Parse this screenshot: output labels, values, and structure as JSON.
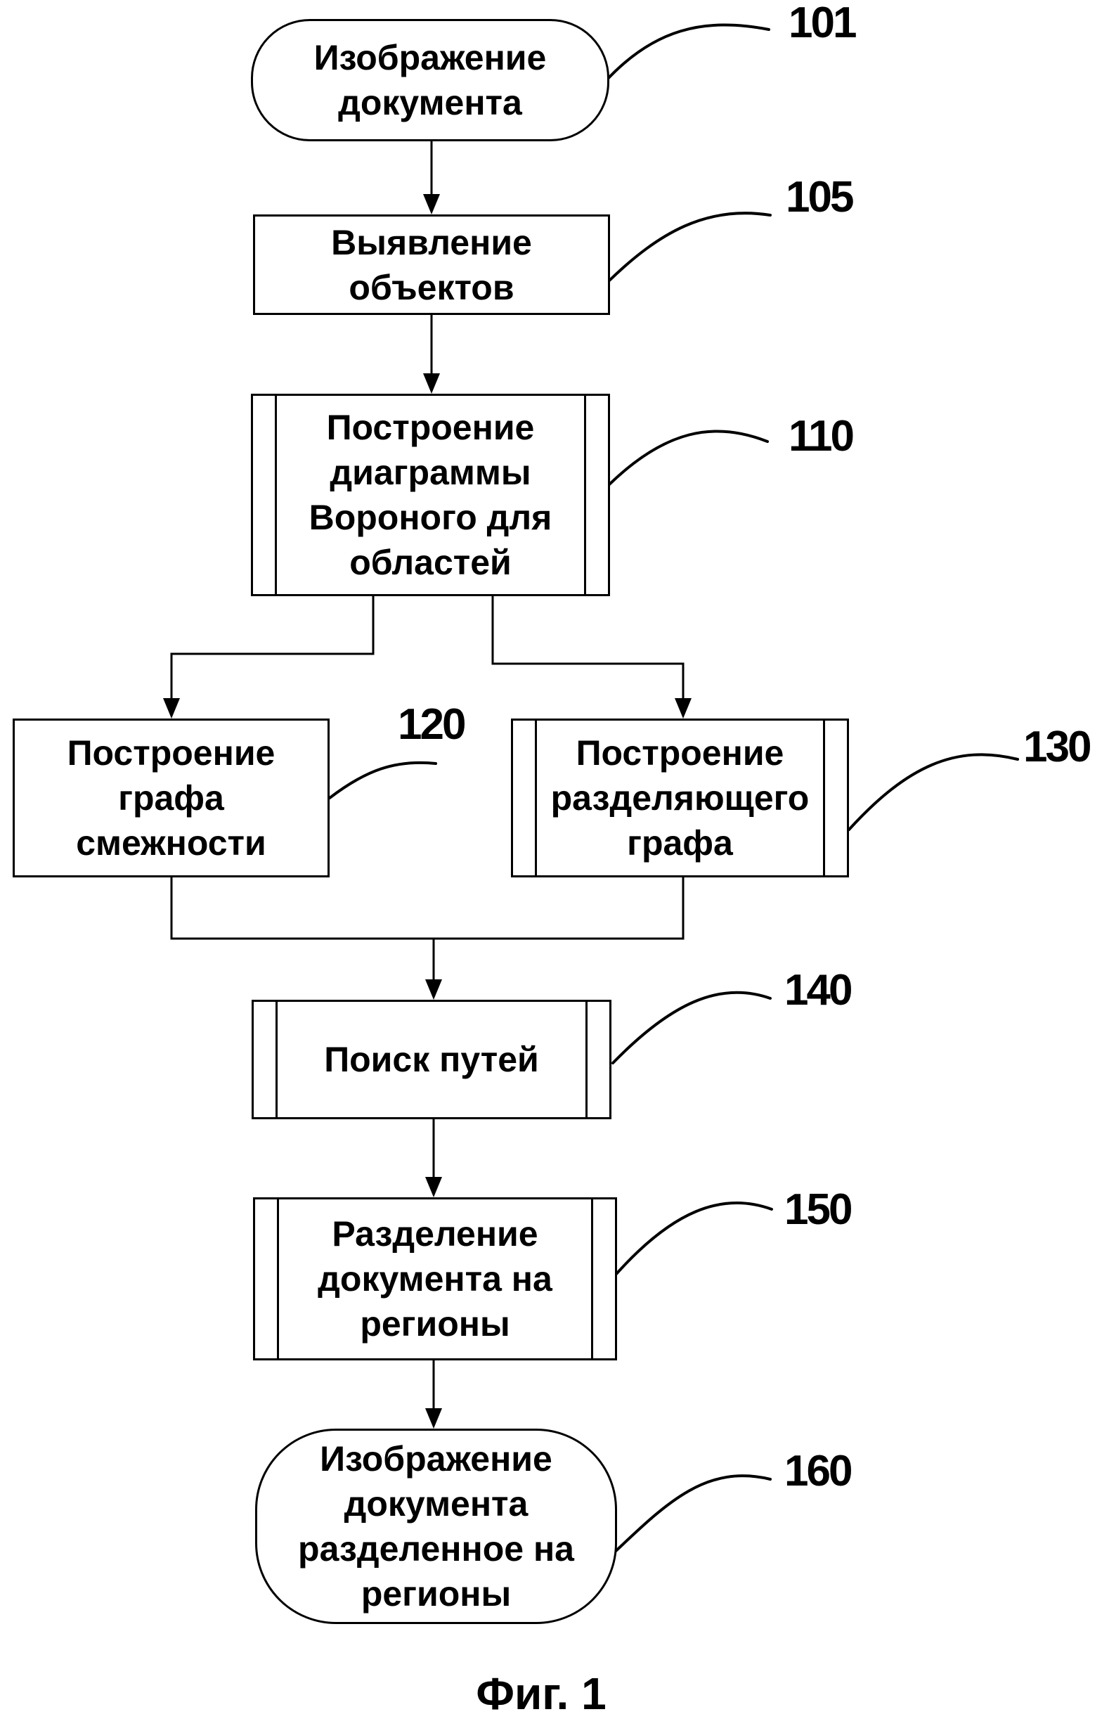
{
  "figure": {
    "caption": "Фиг. 1",
    "background_color": "#ffffff",
    "stroke_color": "#000000"
  },
  "nodes": {
    "n101": {
      "ref": "101",
      "type": "terminator",
      "label": "Изображение\nдокумента"
    },
    "n105": {
      "ref": "105",
      "type": "process",
      "label": "Выявление\nобъектов"
    },
    "n110": {
      "ref": "110",
      "type": "subroutine",
      "label": "Построение\nдиаграммы\nВороного для\nобластей"
    },
    "n120": {
      "ref": "120",
      "type": "process",
      "label": "Построение\nграфа\nсмежности"
    },
    "n130": {
      "ref": "130",
      "type": "subroutine",
      "label": "Построение\nразделяющего\nграфа"
    },
    "n140": {
      "ref": "140",
      "type": "subroutine",
      "label": "Поиск путей"
    },
    "n150": {
      "ref": "150",
      "type": "subroutine",
      "label": "Разделение\nдокумента на\nрегионы"
    },
    "n160": {
      "ref": "160",
      "type": "terminator",
      "label": "Изображение\nдокумента\nразделенное на\nрегионы"
    }
  },
  "edges": [
    {
      "from": "101",
      "to": "105"
    },
    {
      "from": "105",
      "to": "110"
    },
    {
      "from": "110",
      "to": "120"
    },
    {
      "from": "110",
      "to": "130"
    },
    {
      "from": "120",
      "to": "140"
    },
    {
      "from": "130",
      "to": "140"
    },
    {
      "from": "140",
      "to": "150"
    },
    {
      "from": "150",
      "to": "160"
    }
  ]
}
